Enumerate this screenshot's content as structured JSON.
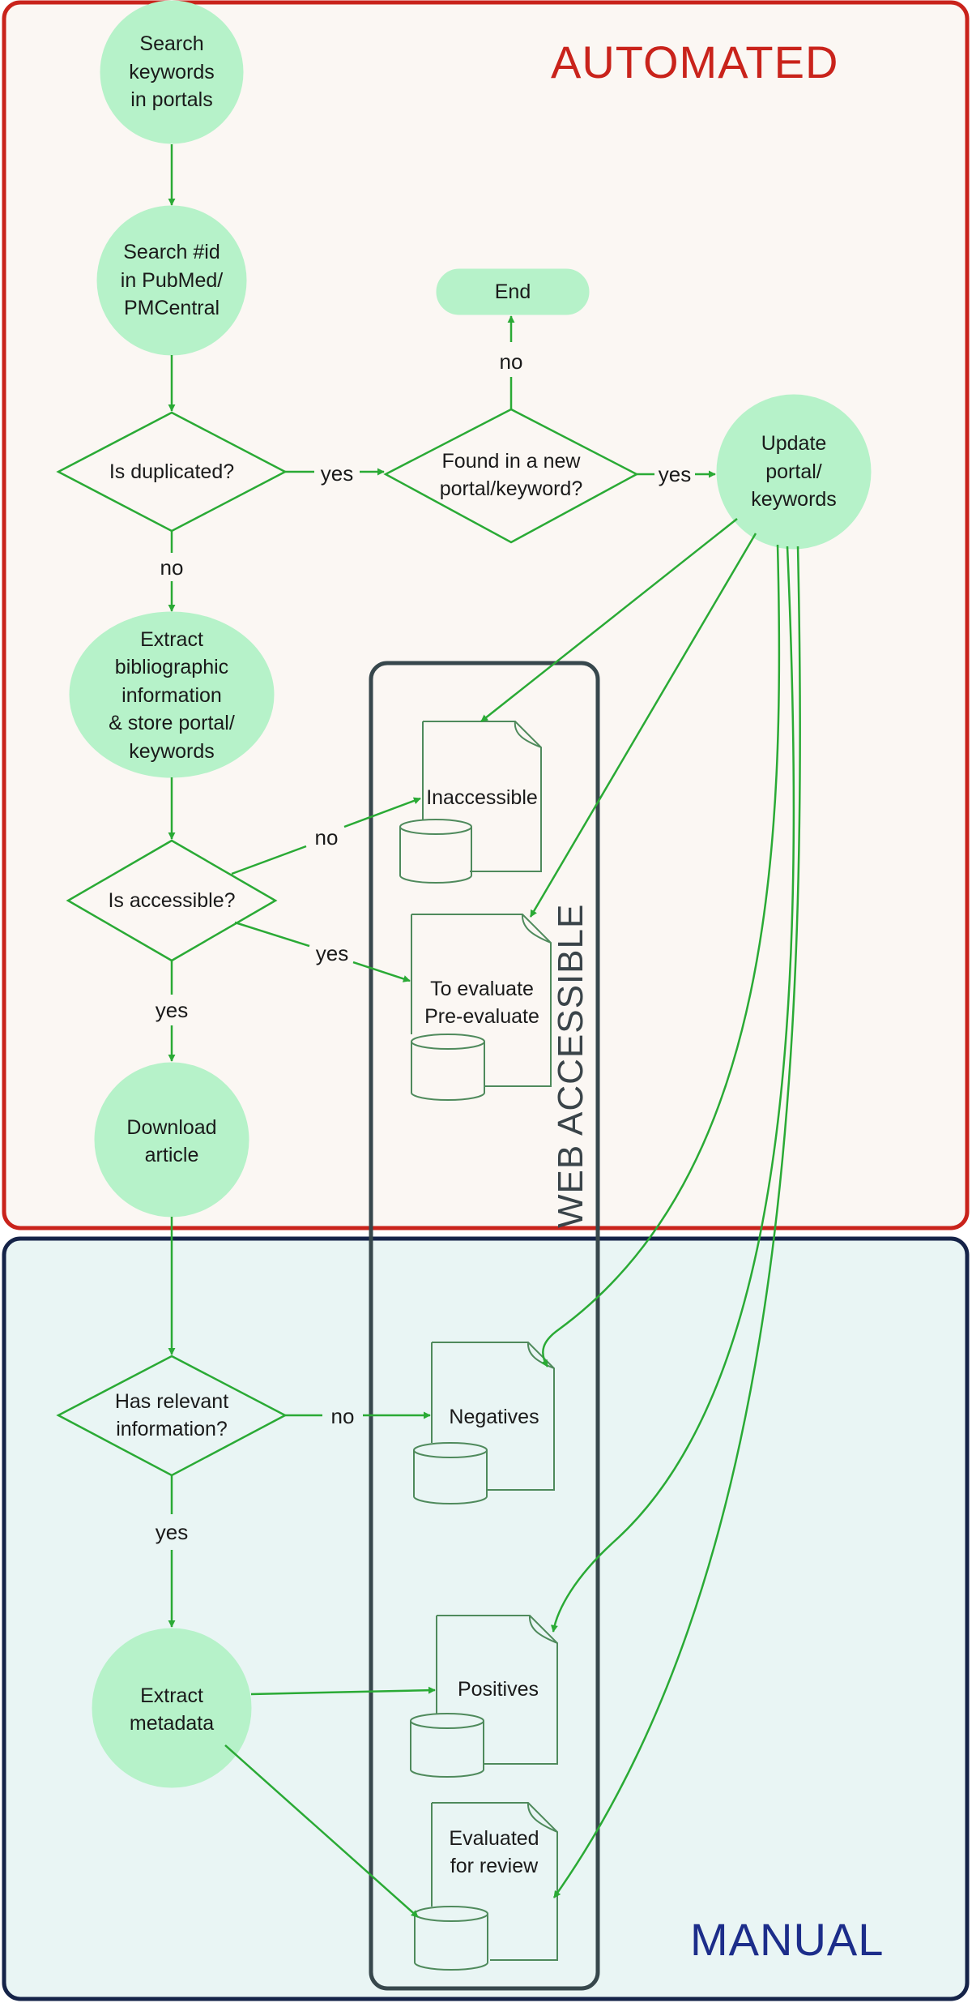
{
  "regions": {
    "automated": "AUTOMATED",
    "manual": "MANUAL",
    "web": "WEB ACCESSIBLE"
  },
  "colors": {
    "node_fill": "#b6f2c9",
    "line": "#2aaa35",
    "auto_border": "#c9231b",
    "auto_bg": "#fbf7f3",
    "manual_border": "#152348",
    "manual_bg": "#e9f5f4",
    "web_border": "#37474c",
    "doc_stroke": "#4f8a5c"
  },
  "nodes": {
    "search_keywords": "Search\nkeywords\nin portals",
    "search_id": "Search #id\nin PubMed/\nPMCentral",
    "is_duplicated": "Is duplicated?",
    "found_new_portal": "Found in a new\nportal/keyword?",
    "end": "End",
    "update_portal": "Update\nportal/\nkeywords",
    "extract_biblio": "Extract\nbibliographic\ninformation\n& store portal/\nkeywords",
    "is_accessible": "Is accessible?",
    "download_article": "Download\narticle",
    "has_relevant": "Has relevant\ninformation?",
    "extract_metadata": "Extract\nmetadata"
  },
  "stores": {
    "inaccessible": "Inaccessible",
    "to_evaluate": "To evaluate\nPre-evaluate",
    "negatives": "Negatives",
    "positives": "Positives",
    "evaluated_review": "Evaluated\nfor review"
  },
  "edge_labels": {
    "dup_yes": "yes",
    "dup_no": "no",
    "found_no": "no",
    "found_yes": "yes",
    "access_no": "no",
    "access_yes_right": "yes",
    "access_yes_down": "yes",
    "relevant_no": "no",
    "relevant_yes": "yes"
  }
}
